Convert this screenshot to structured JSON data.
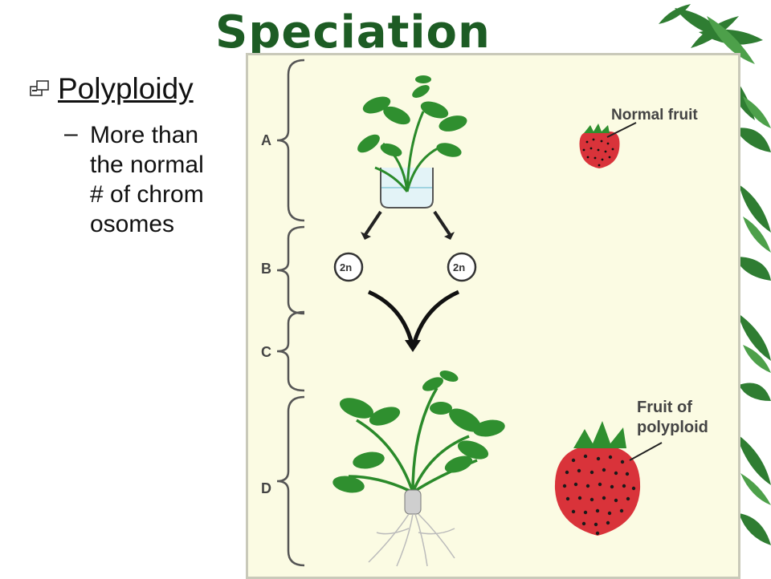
{
  "slide": {
    "title": "Speciation",
    "bullet": "Polyploidy",
    "sub_bullet_dash": "–",
    "sub_bullet": "More than the normal # of chromosomes"
  },
  "diagram": {
    "stage_labels": [
      "A",
      "B",
      "C",
      "D"
    ],
    "cell_labels": [
      "2n",
      "2n"
    ],
    "callout_normal": "Normal fruit",
    "callout_polyploid_line1": "Fruit of",
    "callout_polyploid_line2": "polyploid"
  },
  "colors": {
    "title": "#1d5c24",
    "leaf": "#2f8f2f",
    "fruit": "#d9333a",
    "panel": "#fbfbe3"
  }
}
